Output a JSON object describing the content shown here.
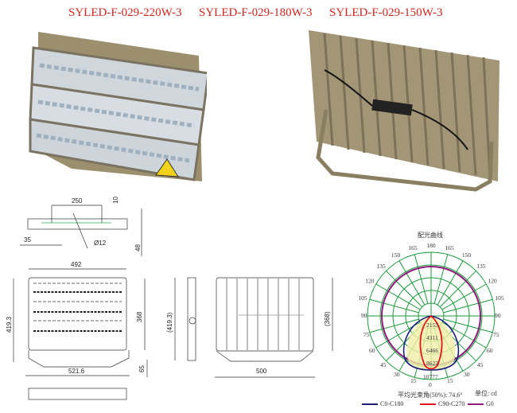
{
  "models": [
    "SYLED-F-029-220W-3",
    "SYLED-F-029-180W-3",
    "SYLED-F-029-150W-3"
  ],
  "colors": {
    "title": "#d2261e",
    "housing": "#9c8f6e",
    "grid": "#1a9b3a",
    "c0": "#1b1f7a",
    "c90": "#e0181b",
    "g0": "#8e1a7c",
    "fill": "#f3efa8"
  },
  "drawing": {
    "top_view": {
      "d_250": "250",
      "d_10": "10",
      "d_35": "35",
      "d_hole": "Ø12",
      "d_48": "48"
    },
    "front_view": {
      "d_492": "492",
      "d_419": "419.3",
      "d_368": "368",
      "d_521": "521.6",
      "d_65": "65"
    },
    "side_view": {
      "d_419": "(419.3)"
    },
    "back_view": {
      "d_368": "(368)",
      "d_500": "500"
    }
  },
  "polar": {
    "title": "配光曲线",
    "angle_labels_top": [
      "180",
      "165",
      "165",
      "150",
      "150",
      "135",
      "135",
      "120",
      "120",
      "105",
      "105"
    ],
    "angle_labels": {
      "a90": "90",
      "a75": "75",
      "a60": "60",
      "a45": "45",
      "a30": "30",
      "a15": "15",
      "a0": "0"
    },
    "ring_values": [
      "2155",
      "4311",
      "6466",
      "8622",
      "10777"
    ],
    "beam_angle": "平均光束角(50%): 74.6°",
    "unit": "单位: cd",
    "legend": [
      "C0-C180",
      "C90-C270",
      "G0"
    ]
  }
}
